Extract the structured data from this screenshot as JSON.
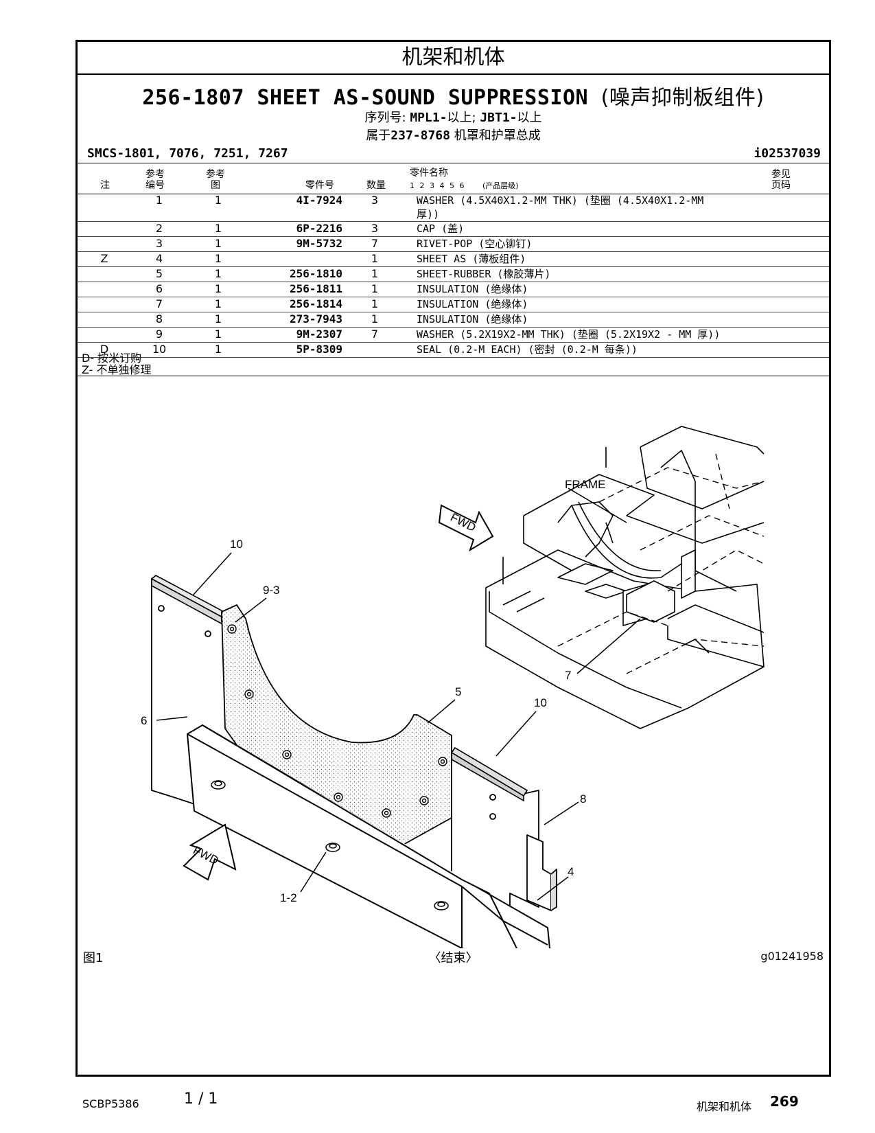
{
  "header": {
    "section": "机架和机体",
    "part_number": "256-1807",
    "title_en": "SHEET AS-SOUND SUPPRESSION",
    "title_cn": "(噪声抑制板组件)",
    "serial_label": "序列号:",
    "serial_a": "MPL1-",
    "serial_a_suffix": "以上;",
    "serial_b": "JBT1-",
    "serial_b_suffix": "以上",
    "belongs_prefix": "属于",
    "belongs_pn": "237-8768",
    "belongs_name": "机罩和护罩总成",
    "smcs": "SMCS-1801, 7076, 7251, 7267",
    "illustration_id": "i02537039"
  },
  "columns": {
    "note": "注",
    "ref_no_1": "参考",
    "ref_no_2": "编号",
    "ref_fig_1": "参考",
    "ref_fig_2": "图",
    "part_no": "零件号",
    "qty": "数量",
    "name": "零件名称",
    "levels": "1  2  3  4  5  6",
    "levels_label": "(产品层级)",
    "see_1": "参见",
    "see_2": "页码"
  },
  "parts": [
    {
      "note": "",
      "ref": "1",
      "fig": "1",
      "pn": "4I-7924",
      "qty": "3",
      "name": "WASHER (4.5X40X1.2-MM THK) (垫圈 (4.5X40X1.2-MM",
      "name2": "厚))"
    },
    {
      "note": "",
      "ref": "2",
      "fig": "1",
      "pn": "6P-2216",
      "qty": "3",
      "name": "CAP (盖)",
      "name2": ""
    },
    {
      "note": "",
      "ref": "3",
      "fig": "1",
      "pn": "9M-5732",
      "qty": "7",
      "name": "RIVET-POP (空心铆钉)",
      "name2": ""
    },
    {
      "note": "Z",
      "ref": "4",
      "fig": "1",
      "pn": "",
      "qty": "1",
      "name": "SHEET AS (薄板组件)",
      "name2": ""
    },
    {
      "note": "",
      "ref": "5",
      "fig": "1",
      "pn": "256-1810",
      "qty": "1",
      "name": "SHEET-RUBBER (橡胶薄片)",
      "name2": ""
    },
    {
      "note": "",
      "ref": "6",
      "fig": "1",
      "pn": "256-1811",
      "qty": "1",
      "name": "INSULATION (绝缘体)",
      "name2": ""
    },
    {
      "note": "",
      "ref": "7",
      "fig": "1",
      "pn": "256-1814",
      "qty": "1",
      "name": "INSULATION (绝缘体)",
      "name2": ""
    },
    {
      "note": "",
      "ref": "8",
      "fig": "1",
      "pn": "273-7943",
      "qty": "1",
      "name": "INSULATION (绝缘体)",
      "name2": ""
    },
    {
      "note": "",
      "ref": "9",
      "fig": "1",
      "pn": "9M-2307",
      "qty": "7",
      "name": "WASHER (5.2X19X2-MM THK) (垫圈 (5.2X19X2 - MM 厚))",
      "name2": ""
    },
    {
      "note": "D",
      "ref": "10",
      "fig": "1",
      "pn": "5P-8309",
      "qty": "",
      "name": "SEAL (0.2-M EACH) (密封 (0.2-M 每条))",
      "name2": ""
    }
  ],
  "notes": [
    "D- 按米订购",
    "Z- 不单独修理"
  ],
  "illustration": {
    "labels": {
      "frame": "FRAME",
      "fwd": "FWD",
      "l10a": "10",
      "l93": "9-3",
      "l5": "5",
      "l6": "6",
      "l10b": "10",
      "l8": "8",
      "l12": "1-2",
      "l4": "4",
      "l7": "7"
    }
  },
  "figure_label": "图1",
  "end_label": "〈结束〉",
  "graphic_id": "g01241958",
  "footer": {
    "doc": "SCBP5386",
    "page_of": "1 / 1",
    "section": "机架和机体",
    "page": "269"
  }
}
